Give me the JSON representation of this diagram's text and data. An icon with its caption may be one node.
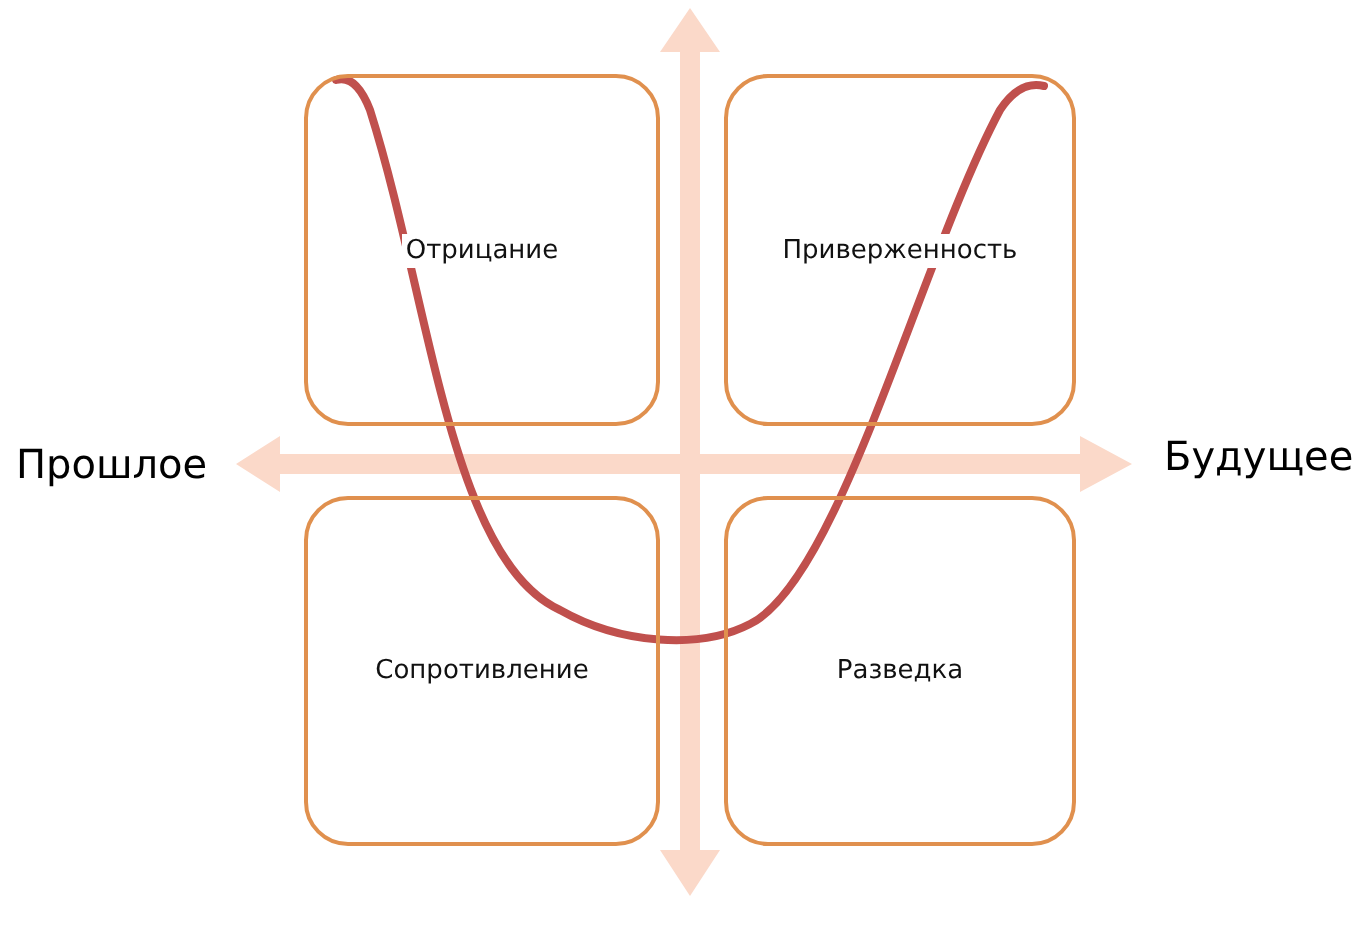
{
  "diagram": {
    "nodes": [
      {
        "text": [
          "Отрицание"
        ]
      },
      {
        "text": [
          "Приверженность"
        ]
      },
      {
        "text": [
          "Сопротивление"
        ]
      },
      {
        "text": [
          "Разведка"
        ]
      }
    ],
    "labels": [
      "Прошлое",
      "Будущее"
    ]
  }
}
